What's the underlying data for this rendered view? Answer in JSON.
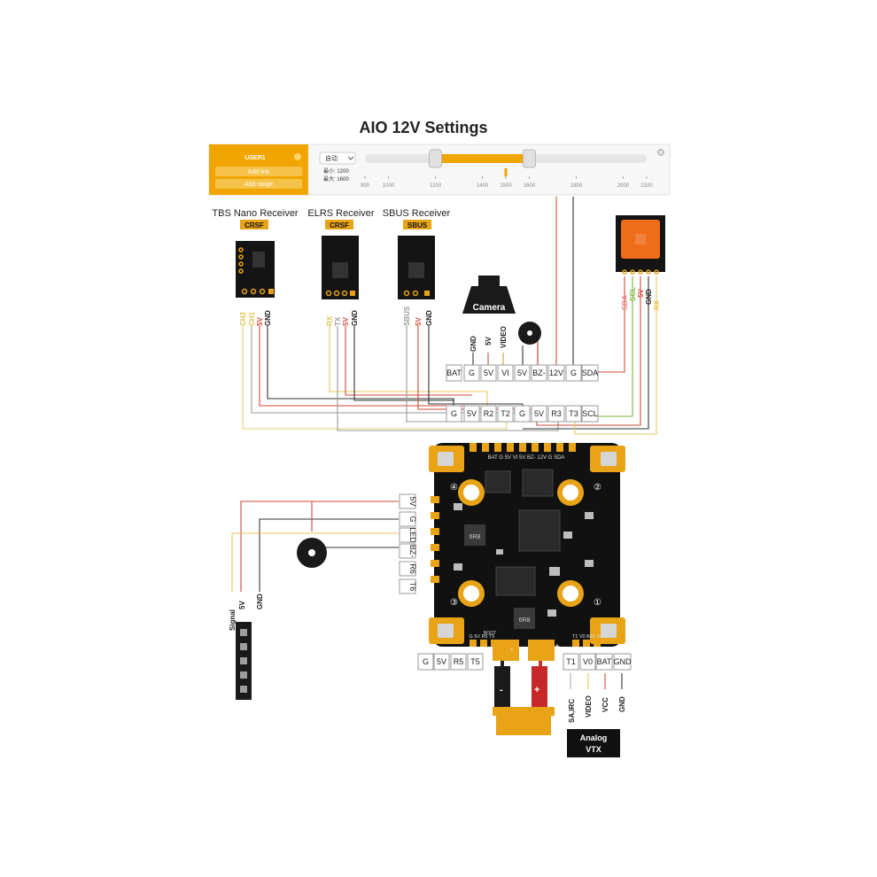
{
  "title": "AIO 12V Settings",
  "slider_panel": {
    "preset": "USER1",
    "add_link": "Add link",
    "add_range": "Add range",
    "mode": "自动",
    "min_label": "最小: 1200",
    "max_label": "最大: 1600",
    "range_min": 1200,
    "range_max": 1600,
    "current_value": 1500,
    "ticks": [
      "900",
      "1000",
      "1200",
      "1400",
      "1500",
      "1600",
      "1800",
      "2000",
      "2100"
    ]
  },
  "receivers": [
    {
      "name": "TBS Nano Receiver",
      "protocol": "CRSF",
      "pins": [
        "CH2",
        "CH1",
        "5V",
        "GND"
      ]
    },
    {
      "name": "ELRS Receiver",
      "protocol": "CRSF",
      "pins": [
        "RX",
        "TX",
        "5V",
        "GND"
      ]
    },
    {
      "name": "SBUS Receiver",
      "protocol": "SBUS",
      "pins": [
        "SBUS",
        "5V",
        "GND"
      ]
    }
  ],
  "camera": {
    "label": "Camera",
    "pins": [
      "GND",
      "5V",
      "VIDEO"
    ]
  },
  "gps_pins": [
    "SDA",
    "SCL",
    "5V",
    "GND",
    "RX"
  ],
  "pads": {
    "top_row1": [
      "BAT",
      "G",
      "5V",
      "VI",
      "5V",
      "BZ-",
      "12V",
      "G",
      "SDA"
    ],
    "top_row2": [
      "G",
      "5V",
      "R2",
      "T2",
      "G",
      "5V",
      "R3",
      "T3",
      "SCL"
    ],
    "left": [
      "5V",
      "G",
      "LED",
      "BZ-",
      "R6",
      "T6"
    ],
    "bottom_left": [
      "G",
      "5V",
      "R5",
      "T5"
    ],
    "bottom_right": [
      "T1",
      "V0",
      "BAT",
      "GND"
    ]
  },
  "led_strip_pins": [
    "Signal",
    "5V",
    "GND"
  ],
  "vtx": {
    "label_line1": "Analog",
    "label_line2": "VTX",
    "pins": [
      "SA,IRC",
      "VIDEO",
      "VCC",
      "GND"
    ]
  },
  "battery": {
    "neg": "-",
    "pos": "+"
  },
  "board": {
    "top_silk": "BAT G 5V VI 5V BZ- 12V G SDA",
    "bottom_left_silk": "G 5V R5 T5",
    "boot": "BOOT",
    "bottom_right_silk": "T1 V0 BAT GND",
    "motor_nums": [
      "④",
      "②",
      "③",
      "①"
    ],
    "chip": "6R8"
  }
}
